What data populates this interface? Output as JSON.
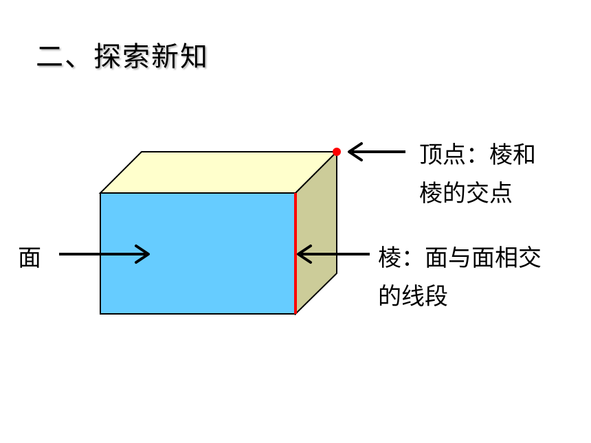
{
  "slide": {
    "title": "二、探索新知"
  },
  "labels": {
    "face": "面",
    "vertex_line1": "顶点：棱和",
    "vertex_line2": "棱的交点",
    "edge_line1": "棱：面与面相交",
    "edge_line2": "的线段"
  },
  "colors": {
    "front_face": "#66ccff",
    "top_face": "#ffffcc",
    "side_face": "#cccc99",
    "highlighted_edge": "#ff0000",
    "vertex_dot": "#ff0000",
    "arrows": "#000000"
  }
}
